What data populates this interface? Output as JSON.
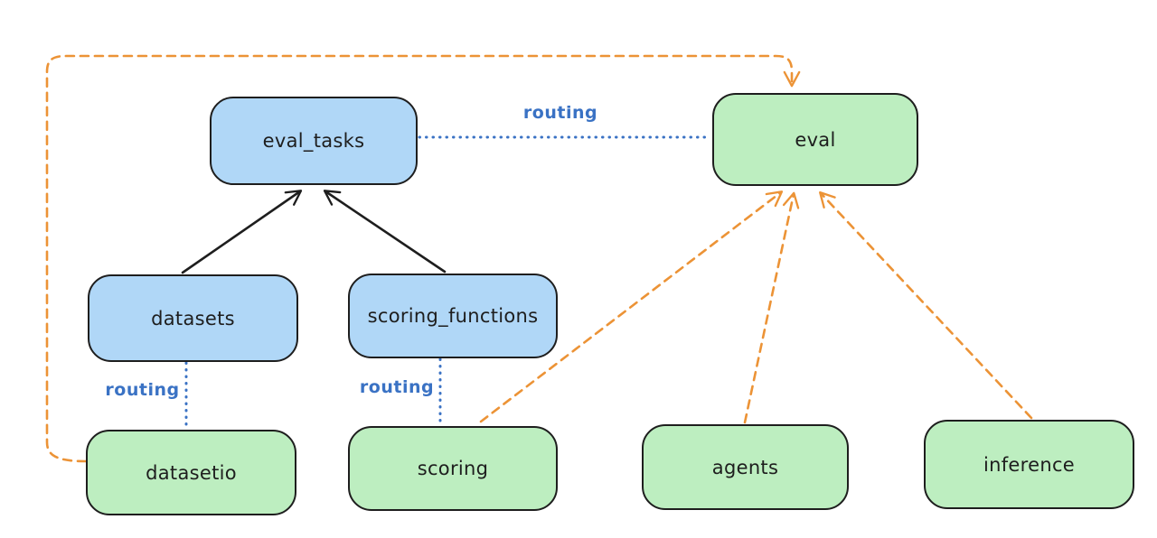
{
  "diagram_title": "",
  "colors": {
    "blue_fill": "#b0d7f7",
    "green_fill": "#bdeec0",
    "stroke": "#1e1e1e",
    "orange": "#ec9336",
    "routing_blue": "#3a72c4",
    "bg": "#ffffff"
  },
  "labels": {
    "routing": "routing"
  },
  "nodes": {
    "eval_tasks": {
      "label": "eval_tasks",
      "fill": "blue"
    },
    "eval": {
      "label": "eval",
      "fill": "green"
    },
    "datasets": {
      "label": "datasets",
      "fill": "blue"
    },
    "scoring_functions": {
      "label": "scoring_functions",
      "fill": "blue"
    },
    "datasetio": {
      "label": "datasetio",
      "fill": "green"
    },
    "scoring": {
      "label": "scoring",
      "fill": "green"
    },
    "agents": {
      "label": "agents",
      "fill": "green"
    },
    "inference": {
      "label": "inference",
      "fill": "green"
    }
  },
  "edges": [
    {
      "from": "datasets",
      "to": "eval_tasks",
      "style": "solid",
      "color": "black",
      "arrow": true
    },
    {
      "from": "scoring_functions",
      "to": "eval_tasks",
      "style": "solid",
      "color": "black",
      "arrow": true
    },
    {
      "from": "eval_tasks",
      "to": "eval",
      "style": "dotted",
      "color": "blue",
      "arrow": false,
      "label": "routing"
    },
    {
      "from": "datasets",
      "to": "datasetio",
      "style": "dotted",
      "color": "blue",
      "arrow": false,
      "label": "routing"
    },
    {
      "from": "scoring_functions",
      "to": "scoring",
      "style": "dotted",
      "color": "blue",
      "arrow": false,
      "label": "routing"
    },
    {
      "from": "datasetio",
      "to": "eval",
      "style": "dashed",
      "color": "orange",
      "arrow": true
    },
    {
      "from": "scoring",
      "to": "eval",
      "style": "dashed",
      "color": "orange",
      "arrow": true
    },
    {
      "from": "agents",
      "to": "eval",
      "style": "dashed",
      "color": "orange",
      "arrow": true
    },
    {
      "from": "inference",
      "to": "eval",
      "style": "dashed",
      "color": "orange",
      "arrow": true
    }
  ]
}
